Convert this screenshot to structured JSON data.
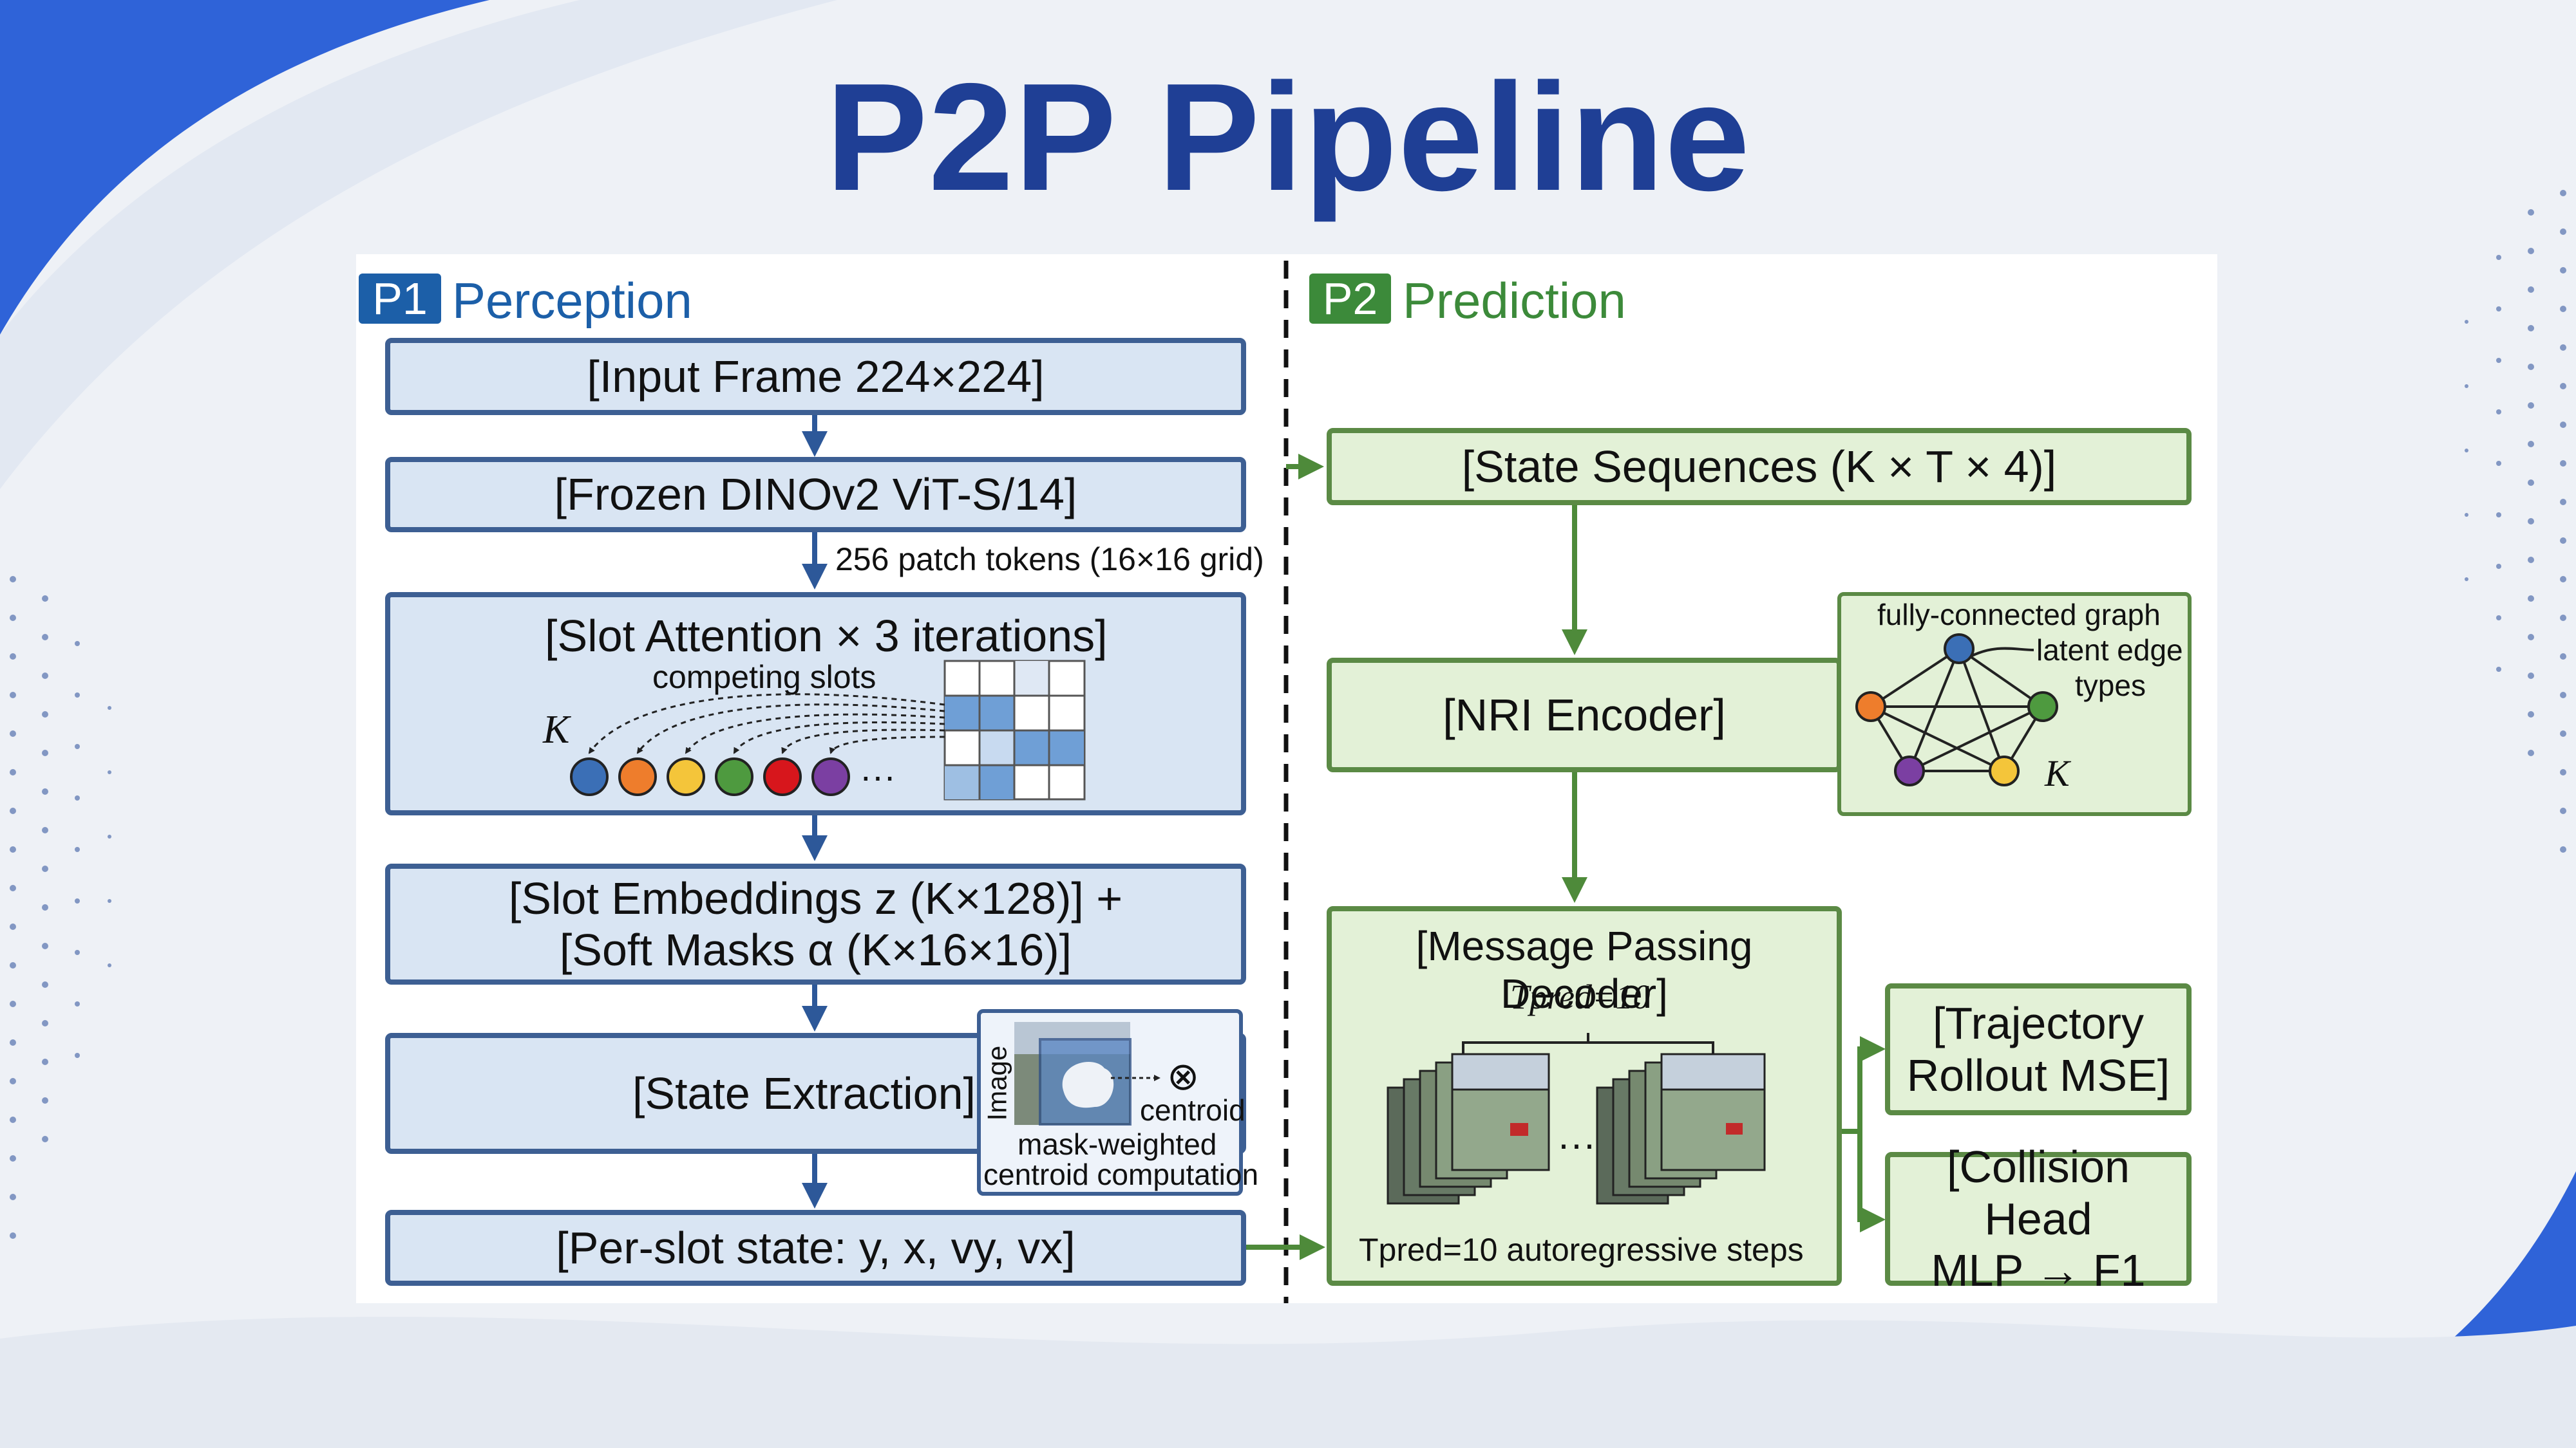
{
  "title": "P2P Pipeline",
  "colors": {
    "title": "#1f3f95",
    "p1_accent": "#1c5fa8",
    "p2_accent": "#3c8a3a",
    "blue_border": "#3d5f93",
    "green_border": "#5b8a45",
    "slot_colors": [
      "#3b6fb6",
      "#ee7d2c",
      "#f4c53a",
      "#4e9a3f",
      "#d7161c",
      "#7b3fa2"
    ]
  },
  "p1": {
    "badge": "P1",
    "label": "Perception",
    "input_frame": "[Input Frame 224×224]",
    "backbone": "[Frozen DINOv2 ViT-S/14]",
    "patch_tokens": "256 patch tokens (16×16 grid)",
    "slot_attention": "[Slot Attention × 3 iterations]",
    "competing_slots": "competing slots",
    "k_symbol": "K",
    "ellipsis": "···",
    "embeddings_line1": "[Slot Embeddings z (K×128)] +",
    "embeddings_line2": "[Soft Masks α (K×16×16)]",
    "state_extraction": "[State Extraction]",
    "image_label": "Image",
    "otimes": "⊗",
    "centroid": "centroid",
    "mask_weighted_1": "mask-weighted",
    "mask_weighted_2": "centroid computation",
    "per_slot_state": "[Per-slot state: y, x, vy, vx]"
  },
  "p2": {
    "badge": "P2",
    "label": "Prediction",
    "state_sequences": "[State Sequences (K × T × 4)]",
    "nri_encoder": "[NRI Encoder]",
    "graph_label_1": "fully-connected graph",
    "latent_edge_1": "latent edge",
    "latent_edge_2": "types",
    "graph_k": "K",
    "decoder": "[Message Passing Decoder]",
    "t_pred_top": "Tpred=10",
    "ellipsis": "···",
    "autoregressive": "Tpred=10 autoregressive steps",
    "trajectory_1": "[Trajectory",
    "trajectory_2": "Rollout MSE]",
    "collision_1": "[Collision Head",
    "collision_2": "MLP → F1"
  }
}
